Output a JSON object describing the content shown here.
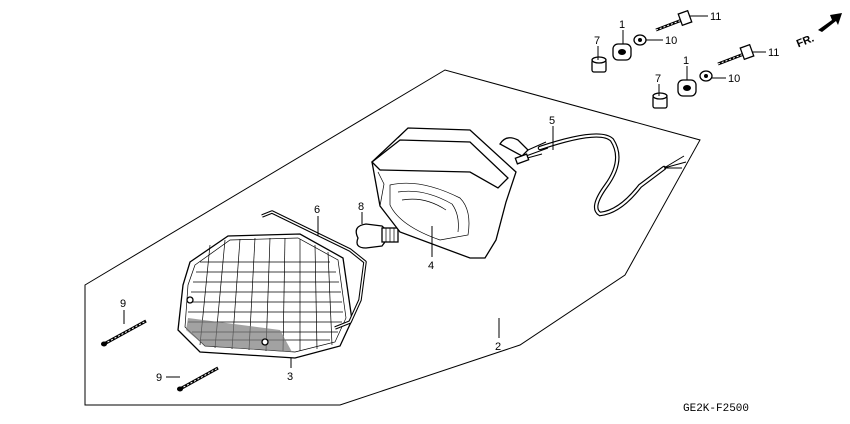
{
  "callouts": {
    "c1a": "1",
    "c1b": "1",
    "c2": "2",
    "c3": "3",
    "c4": "4",
    "c5": "5",
    "c6": "6",
    "c7a": "7",
    "c7b": "7",
    "c8": "8",
    "c9a": "9",
    "c9b": "9",
    "c10a": "10",
    "c10b": "10",
    "c11a": "11",
    "c11b": "11"
  },
  "direction_label": "FR.",
  "diagram_code": "GE2K-F2500"
}
